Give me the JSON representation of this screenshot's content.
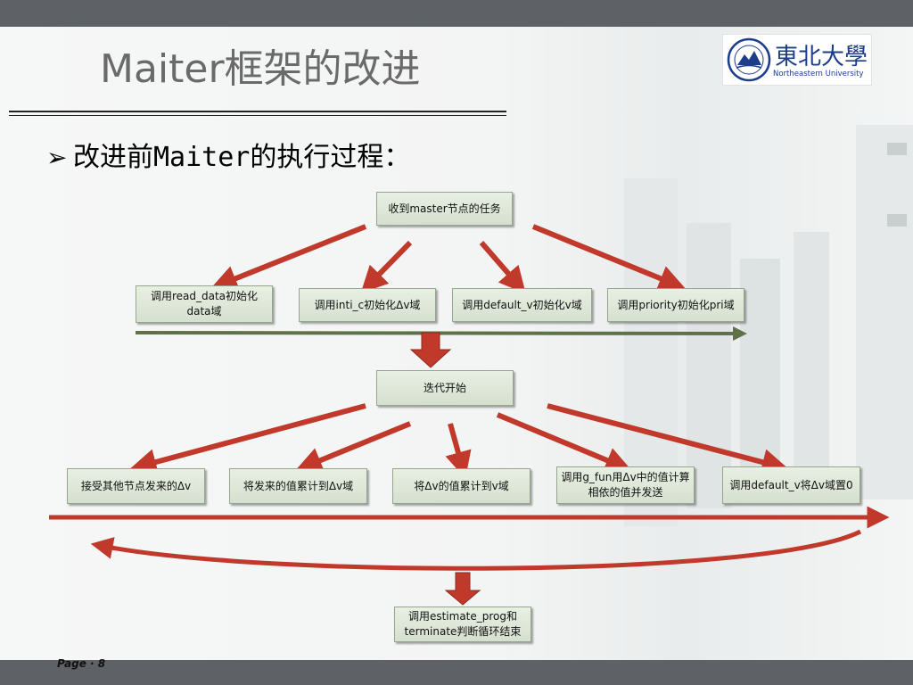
{
  "title": "Maiter框架的改进",
  "logo": {
    "cn": "東北大學",
    "en": "Northeastern University"
  },
  "subtitle": {
    "bullet": "➢",
    "text": "改进前Maiter的执行过程："
  },
  "nodes": {
    "receive": "收到master节点的任务",
    "read_data": "调用read_data初始化data域",
    "inti_c": "调用inti_c初始化Δv域",
    "default_v": "调用default_v初始化v域",
    "priority": "调用priority初始化pri域",
    "iterate": "迭代开始",
    "accept": "接受其他节点发来的Δv",
    "accumulate_dv": "将发来的值累计到Δv域",
    "accumulate_v": "将Δv的值累计到v域",
    "g_fun": "调用g_fun用Δv中的值计算相依的值并发送",
    "reset_dv": "调用default_v将Δv域置0",
    "terminate": "调用estimate_prog和terminate判断循环结束"
  },
  "footer": "Page · 8",
  "colors": {
    "arrow_red": "#c0392b",
    "arrow_green": "#5e7148",
    "box_border": "#96a68e"
  }
}
